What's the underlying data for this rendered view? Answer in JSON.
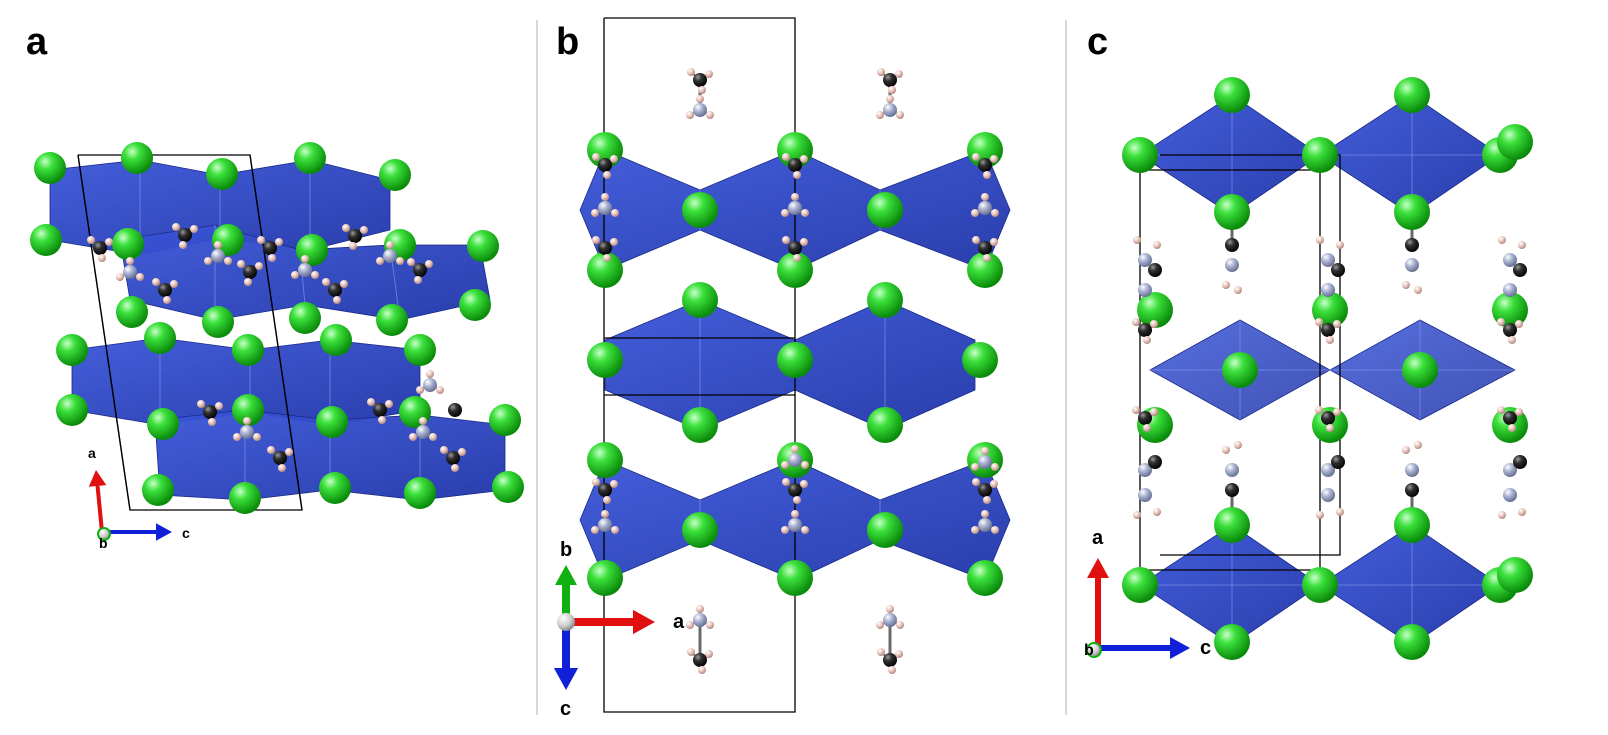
{
  "panels": [
    {
      "label": "a",
      "axes": {
        "up": "a",
        "right": "c",
        "out": "b"
      }
    },
    {
      "label": "b",
      "axes": {
        "up": "b",
        "right": "a",
        "down": "c"
      }
    },
    {
      "label": "c",
      "axes": {
        "up": "a",
        "right": "c",
        "out": "b"
      }
    }
  ],
  "colors": {
    "octahedron": "#2d48c8",
    "octahedron_edge": "#1a2a8a",
    "chlorine": "#19cc19",
    "carbon": "#2a2a2a",
    "nitrogen": "#a0a8c8",
    "hydrogen": "#e8c4bc",
    "axis_a": "#e01010",
    "axis_b": "#10b010",
    "axis_c": "#1020d8",
    "cell_line": "#000000",
    "divider": "#d0d0d0"
  },
  "atoms": [
    "chlorine-atom",
    "metal-octahedron",
    "carbon-atom",
    "nitrogen-atom",
    "hydrogen-atom"
  ]
}
